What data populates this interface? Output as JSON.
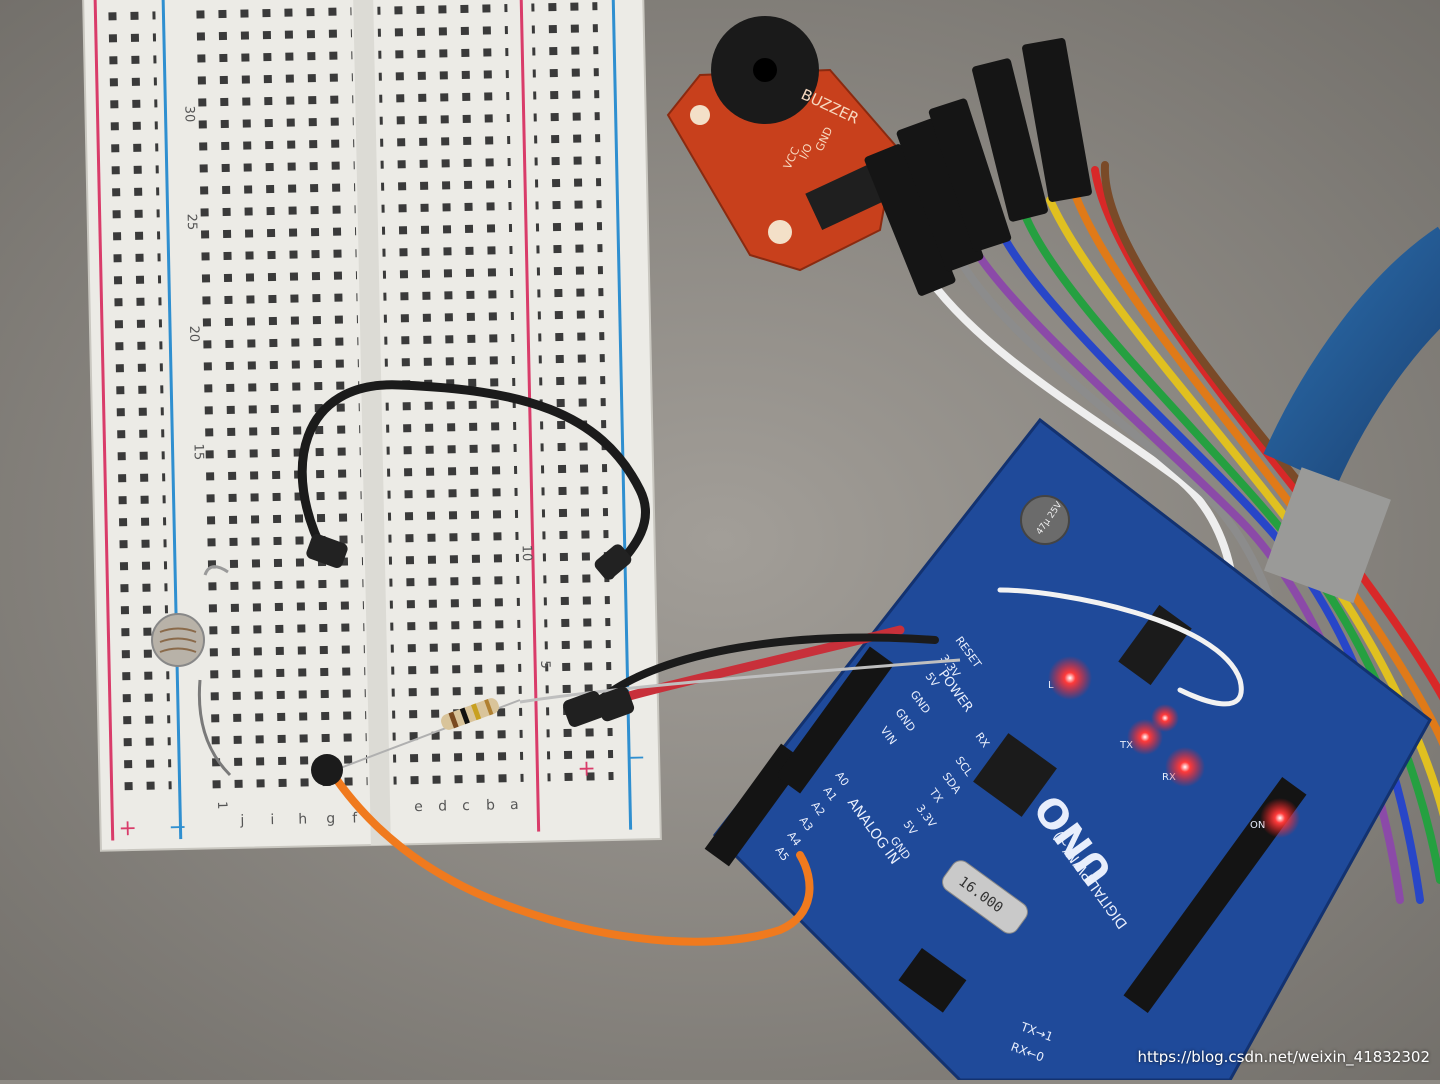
{
  "breadboard": {
    "row_numbers": [
      "30",
      "25",
      "20",
      "15",
      "10",
      "5",
      "1"
    ],
    "column_letters_left": [
      "j",
      "i",
      "h",
      "g",
      "f"
    ],
    "column_letters_right": [
      "e",
      "d",
      "c",
      "b",
      "a"
    ],
    "rail_plus": "+",
    "rail_minus": "−"
  },
  "buzzer_module": {
    "name": "BUZZER",
    "pins": [
      "VCC",
      "I/O",
      "GND"
    ]
  },
  "arduino": {
    "model": "UNO",
    "digital_label": "DIGITAL PWM(~)",
    "analog_label": "ANALOG IN",
    "power_label": "POWER",
    "crystal": "16.000",
    "capacitor": "47µ 25V",
    "pin_labels": [
      "A0",
      "A1",
      "A2",
      "A3",
      "A4",
      "A5",
      "VIN",
      "GND",
      "GND",
      "5V",
      "3.3V",
      "RESET"
    ],
    "header_labels": [
      "SCL",
      "SDA",
      "TX",
      "RX",
      "3.3V",
      "5V",
      "GND"
    ],
    "tx_rx": [
      "TX→1",
      "RX←0"
    ],
    "led_labels": [
      "L",
      "TX",
      "RX",
      "ON"
    ]
  },
  "watermark": "https://blog.csdn.net/weixin_41832302",
  "colors": {
    "background": "#8e8a84",
    "breadboard": "#ecebe6",
    "red_rail": "#d93c6a",
    "blue_rail": "#2f8fd0",
    "pcb_blue": "#1f4a9a",
    "buzzer_pcb": "#c8401c",
    "led_red": "#ff2a2a",
    "wire_orange": "#f07a1e",
    "wire_black": "#1b1b1b"
  }
}
